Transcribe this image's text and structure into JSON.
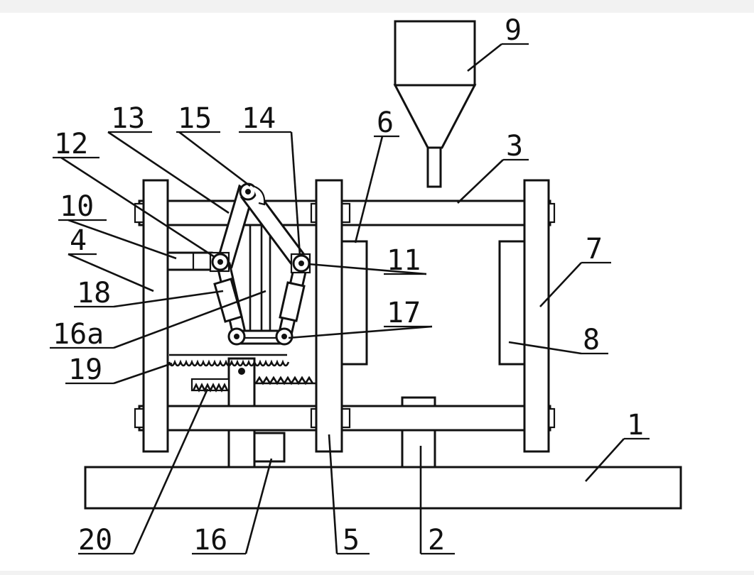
{
  "diagram": {
    "labels": {
      "l1": "1",
      "l2": "2",
      "l3": "3",
      "l4": "4",
      "l5": "5",
      "l6": "6",
      "l7": "7",
      "l8": "8",
      "l9": "9",
      "l10": "10",
      "l11": "11",
      "l12": "12",
      "l13": "13",
      "l14": "14",
      "l15": "15",
      "l16": "16",
      "l16a": "16a",
      "l17": "17",
      "l18": "18",
      "l19": "19",
      "l20": "20"
    }
  }
}
